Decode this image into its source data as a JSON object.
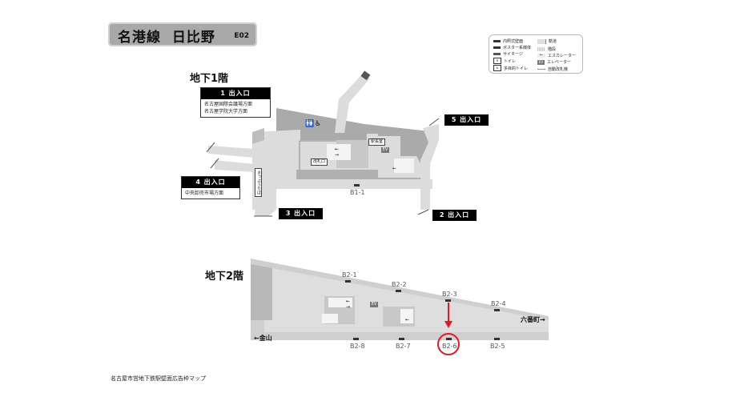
{
  "title": {
    "line": "名港線",
    "station": "日比野",
    "code": "E02"
  },
  "legend": {
    "items": [
      {
        "icon": "inner-wall-swatch",
        "label": "内照式壁面"
      },
      {
        "icon": "poster-swatch",
        "label": "ポスター系媒体"
      },
      {
        "icon": "signage-swatch",
        "label": "サイネージ"
      },
      {
        "icon": "toilet-icon",
        "label": "トイレ"
      },
      {
        "icon": "accessible-toilet-icon",
        "label": "多目的トイレ"
      },
      {
        "icon": "track-swatch",
        "label": "軌道"
      },
      {
        "icon": "stairs-swatch",
        "label": "階段"
      },
      {
        "icon": "escalator-icon",
        "label": "エスカレーター"
      },
      {
        "icon": "elevator-icon",
        "label": "エレベーター"
      },
      {
        "icon": "ticket-gate-icon",
        "label": "自動改札機"
      }
    ],
    "ev_glyph": "EV"
  },
  "b1": {
    "floor_label": "地下1階",
    "exits": [
      {
        "number": "1",
        "label": "1  出入口",
        "directions": [
          "名古屋国際会議場方面",
          "名古屋学院大学方面"
        ]
      },
      {
        "number": "2",
        "label": "2  出入口",
        "directions": []
      },
      {
        "number": "3",
        "label": "3  出入口",
        "directions": []
      },
      {
        "number": "4",
        "label": "4  出入口",
        "directions": [
          "中央卸売市場方面"
        ]
      },
      {
        "number": "5",
        "label": "5  出入口",
        "directions": []
      }
    ],
    "signs": {
      "station_office": "駅長室",
      "ticket_gate": "改札口",
      "ticket_machine": "きっぷうりば",
      "elevator": "EV"
    },
    "ad_spots": [
      {
        "id": "B1-1"
      }
    ]
  },
  "b2": {
    "floor_label": "地下2階",
    "signs": {
      "elevator": "EV"
    },
    "directions": {
      "left": "←金山",
      "right": "六番町→"
    },
    "ad_spots_top": [
      {
        "id": "B2-1"
      },
      {
        "id": "B2-2"
      },
      {
        "id": "B2-3"
      },
      {
        "id": "B2-4"
      }
    ],
    "ad_spots_bottom": [
      {
        "id": "B2-8"
      },
      {
        "id": "B2-7"
      },
      {
        "id": "B2-6"
      },
      {
        "id": "B2-5"
      }
    ],
    "highlighted_spot": "B2-6"
  },
  "colors": {
    "highlight": "#e0191f",
    "floor_light": "#dcdcdc",
    "floor_mid": "#c4c4c4",
    "floor_dark": "#a9a9a9"
  },
  "footer": "名古屋市営地下鉄駅壁面広告枠マップ"
}
